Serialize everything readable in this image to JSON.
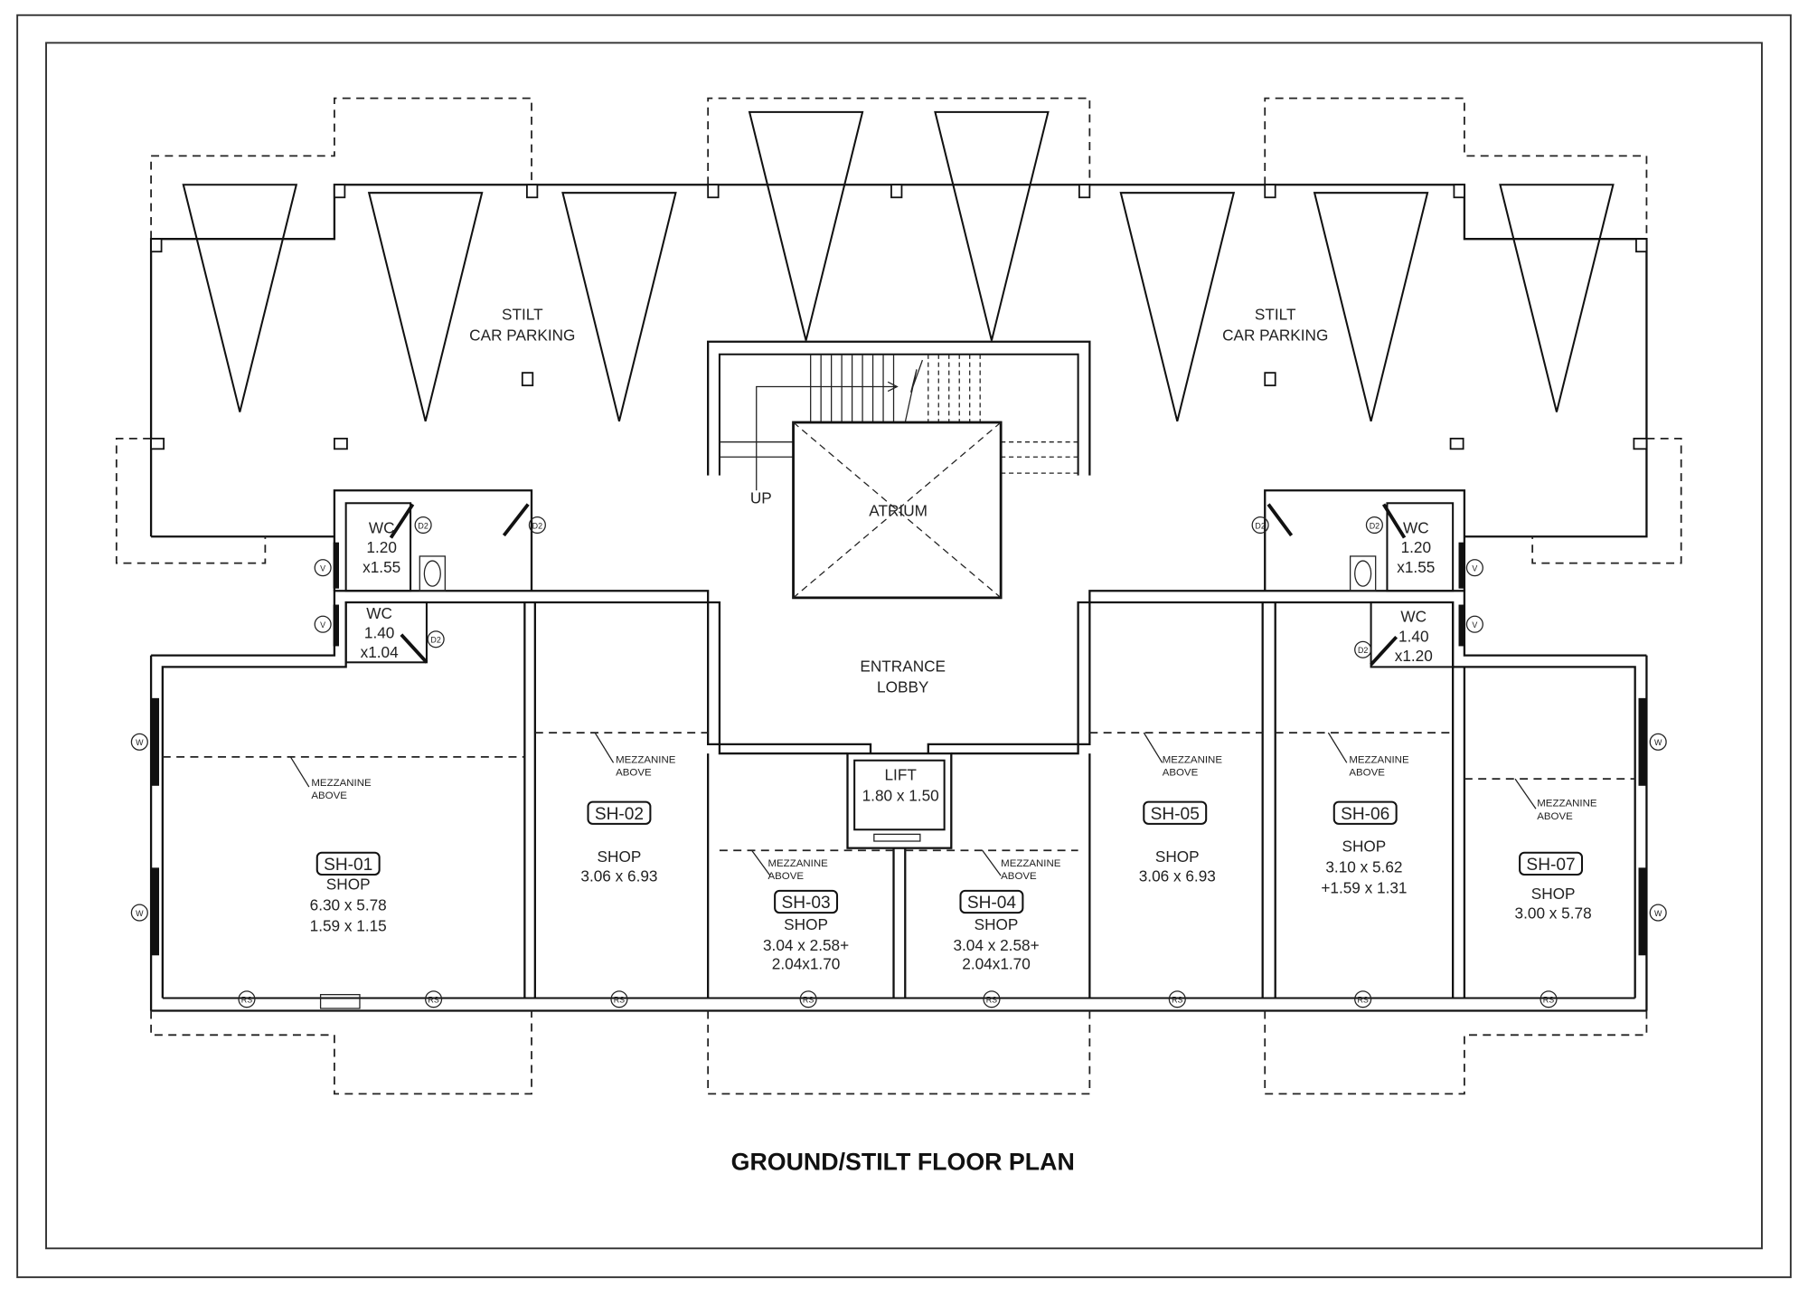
{
  "title": "GROUND/STILT FLOOR PLAN",
  "parking": [
    {
      "line1": "STILT",
      "line2": "CAR PARKING"
    },
    {
      "line1": "STILT",
      "line2": "CAR PARKING"
    }
  ],
  "stair": {
    "up": "UP"
  },
  "atrium": "ATRIUM",
  "lobby": {
    "line1": "ENTRANCE",
    "line2": "LOBBY"
  },
  "lift": {
    "name": "LIFT",
    "size": "1.80 x 1.50"
  },
  "wcs": [
    {
      "label": "WC",
      "dim1": "1.20",
      "dim2": "x1.55"
    },
    {
      "label": "WC",
      "dim1": "1.40",
      "dim2": "x1.04"
    },
    {
      "label": "WC",
      "dim1": "1.20",
      "dim2": "x1.55"
    },
    {
      "label": "WC",
      "dim1": "1.40",
      "dim2": "x1.20"
    }
  ],
  "mezzanine": {
    "line1": "MEZZANINE",
    "line2": "ABOVE"
  },
  "shops": [
    {
      "id": "SH-01",
      "type": "SHOP",
      "dim1": "6.30 x 5.78",
      "dim2": "1.59 x 1.15"
    },
    {
      "id": "SH-02",
      "type": "SHOP",
      "dim1": "3.06 x 6.93"
    },
    {
      "id": "SH-03",
      "type": "SHOP",
      "dim1": "3.04 x 2.58+",
      "dim2": "2.04x1.70"
    },
    {
      "id": "SH-04",
      "type": "SHOP",
      "dim1": "3.04 x 2.58+",
      "dim2": "2.04x1.70"
    },
    {
      "id": "SH-05",
      "type": "SHOP",
      "dim1": "3.06 x 6.93"
    },
    {
      "id": "SH-06",
      "type": "SHOP",
      "dim1": "3.10 x 5.62",
      "dim2": "+1.59 x 1.31"
    },
    {
      "id": "SH-07",
      "type": "SHOP",
      "dim1": "3.00 x 5.78"
    }
  ],
  "tags": {
    "door": "D2",
    "ventilator": "V",
    "window": "W",
    "shutter": "RS"
  }
}
